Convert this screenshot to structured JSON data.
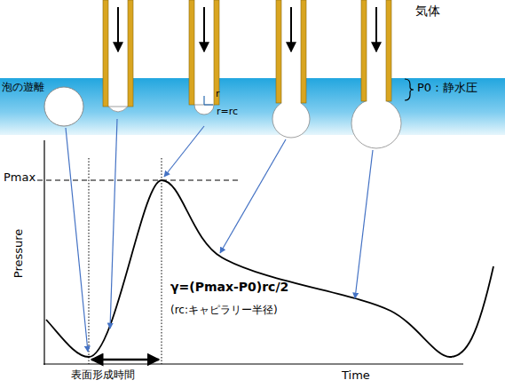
{
  "diagram": {
    "labels": [
      "気体",
      "P0 : 静水圧",
      "泡の遊離",
      "r",
      "r=rc",
      "Pmax",
      "Pressure",
      "γ=(Pmax-P0)rc/2",
      "(rc:キャピラリー半径)",
      "表面形成時間",
      "Time"
    ]
  }
}
